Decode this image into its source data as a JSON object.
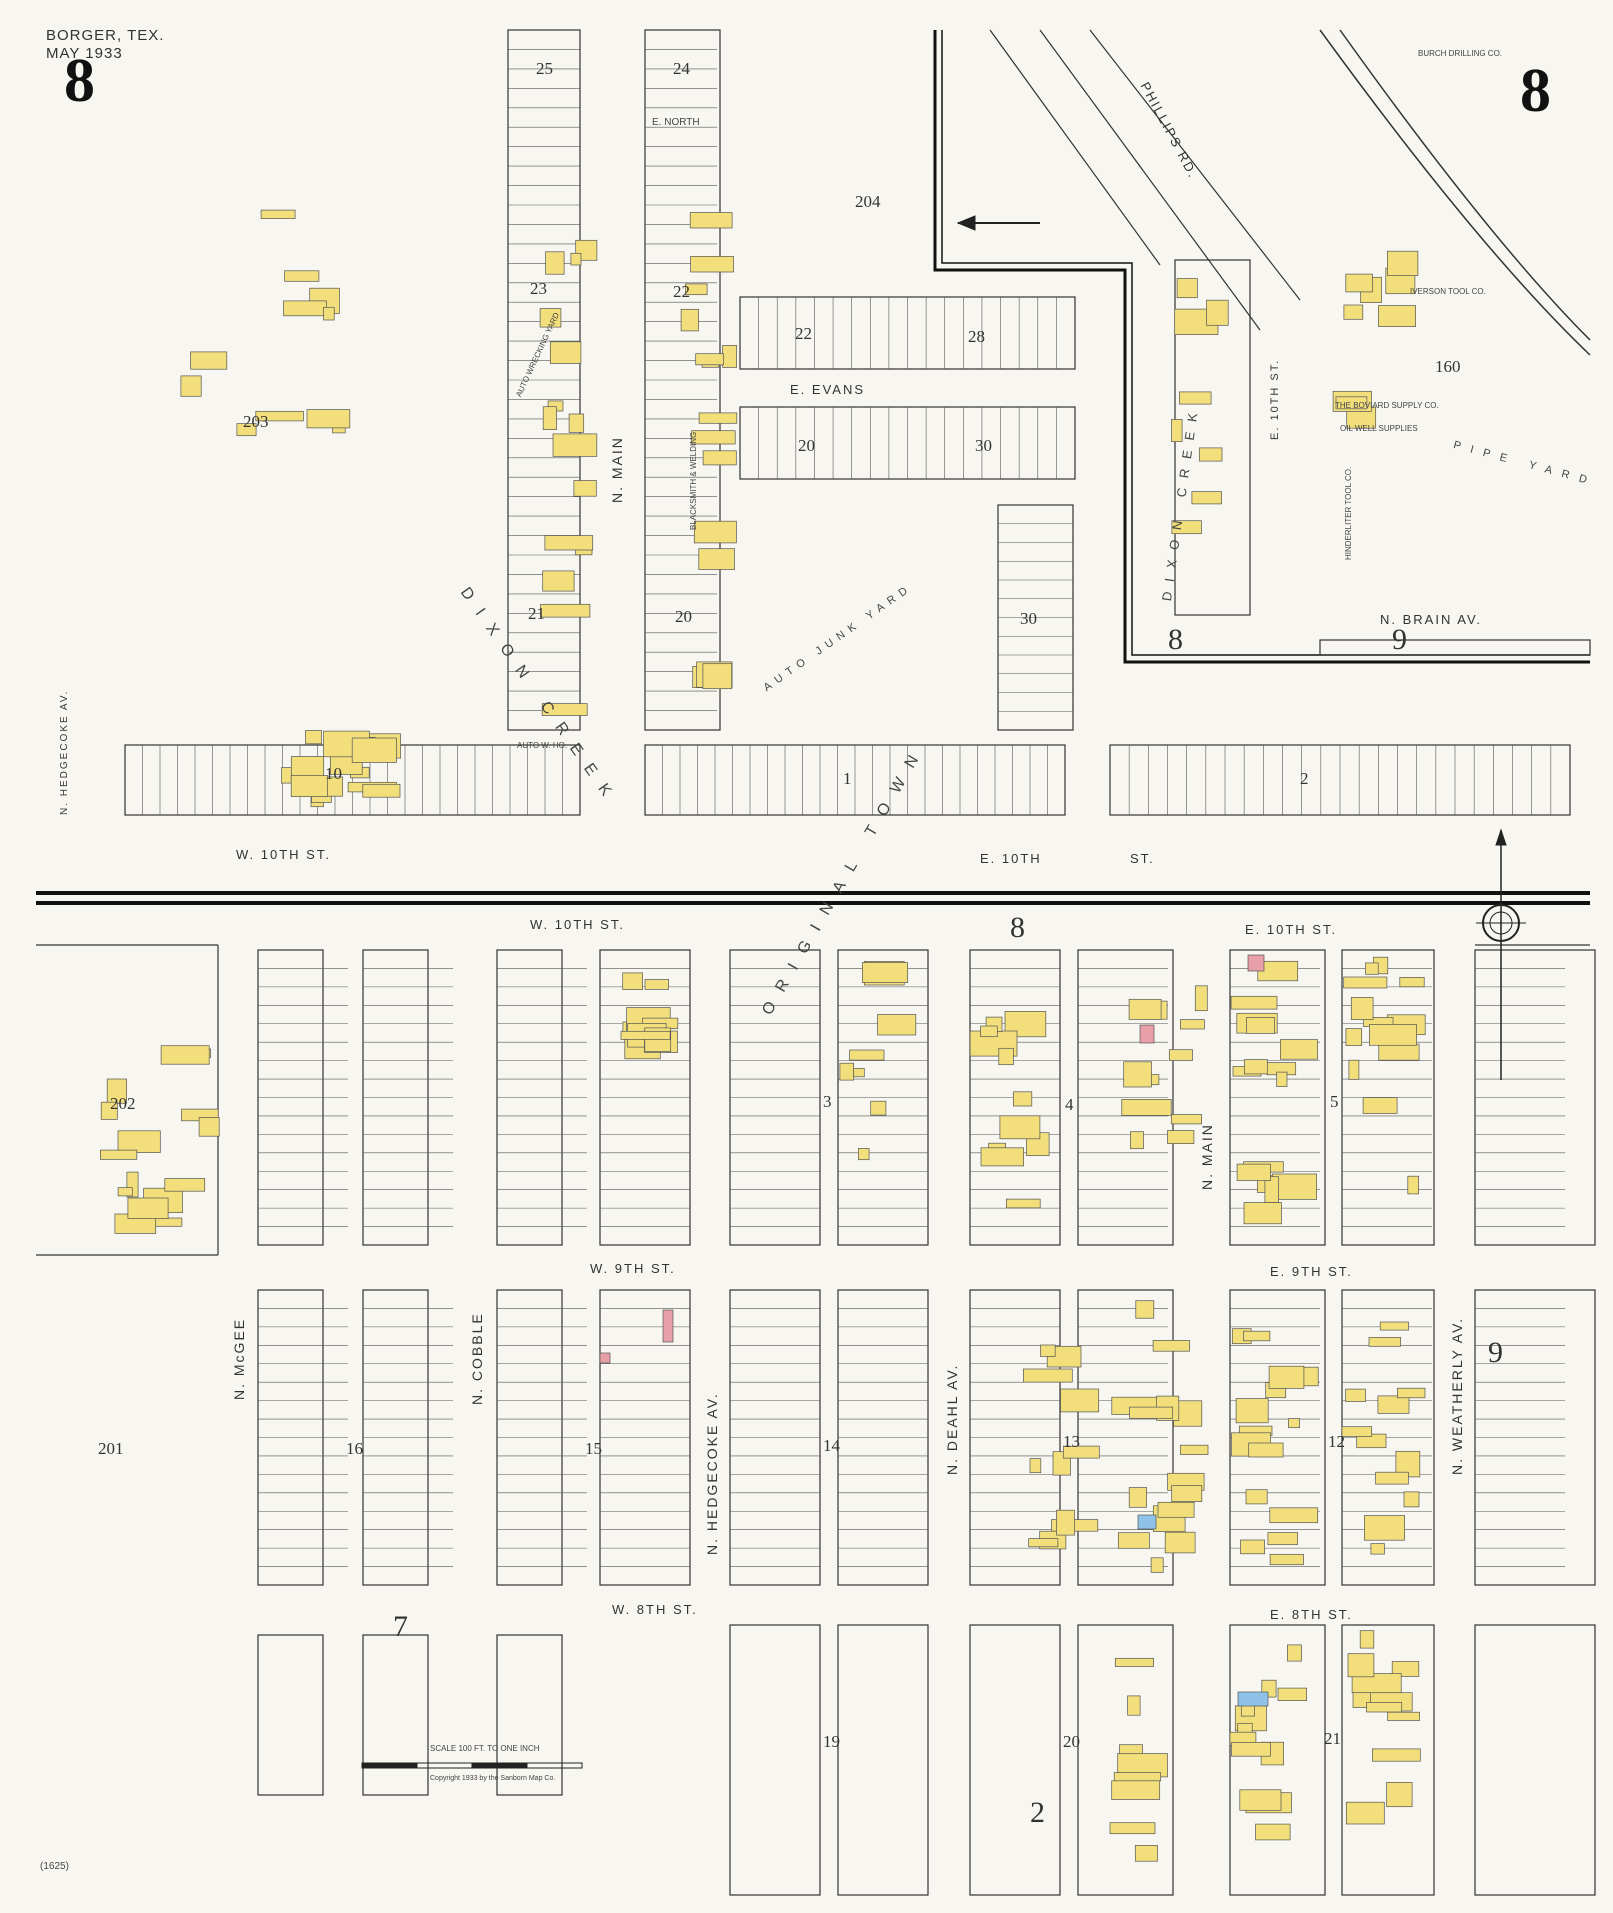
{
  "header": {
    "city": "BORGER, TEX.",
    "date": "MAY 1933",
    "sheet_left": "8",
    "sheet_right": "8"
  },
  "streets": {
    "w10": "W. 10TH ST.",
    "w10b": "W. 10TH ST.",
    "e10": "E. 10TH",
    "e10b": "ST.",
    "e10unpaved": "E. 10TH ST.",
    "w9": "W. 9TH ST.",
    "e9": "E. 9TH ST.",
    "w8": "W. 8TH ST.",
    "e8": "E. 8TH ST.",
    "e_evans": "E. EVANS",
    "e_north": "E. NORTH",
    "n_main_top": "N. MAIN",
    "n_main_bot": "N. MAIN",
    "n_mcgee": "N. McGEE",
    "n_cobble": "N. COBBLE",
    "n_hedgecoke": "N. HEDGECOKE AV.",
    "n_deahl": "N. DEAHL AV.",
    "n_weatherly": "N. WEATHERLY AV.",
    "n_brain": "N. BRAIN AV.",
    "phillips": "PHILLIPS RD.",
    "e10th_v": "E. 10TH ST.",
    "n_hedgecoke_v": "N. HEDGECOKE AV."
  },
  "areas": {
    "dixon_creek": "DIXON CREEK",
    "original_town": "ORIGINAL TOWN",
    "auto_junk": "AUTO JUNK YARD",
    "pipe_yard": "PIPE YARD",
    "dixon_vert": "DIXON CREEK"
  },
  "blocks": {
    "b25": "25",
    "b24": "24",
    "b23": "23",
    "b22": "22",
    "b22b": "22",
    "b28": "28",
    "b21": "21",
    "b20": "20",
    "b20b": "20",
    "b30": "30",
    "b30b": "30",
    "b10": "10",
    "b1": "1",
    "b2": "2",
    "b3": "3",
    "b4": "4",
    "b5": "5",
    "b160": "160",
    "b204": "204",
    "b203": "203",
    "b202": "202",
    "b201": "201",
    "b16": "16",
    "b15": "15",
    "b14": "14",
    "b13": "13",
    "b12": "12",
    "b19": "19",
    "b20c": "20",
    "b21b": "21",
    "big7": "7",
    "big2": "2",
    "big9": "9",
    "big8a": "8",
    "big8b": "8",
    "big9b": "9"
  },
  "businesses": {
    "burch": "BURCH DRILLING CO.",
    "iverson": "IVERSON TOOL CO.",
    "boviard": "THE BOVIARD SUPPLY CO.",
    "hinderliter": "HINDERLITER TOOL CO.",
    "auto_wrecking": "AUTO WRECKING YARD",
    "blacksmith": "BLACKSMITH & WELDING",
    "auto_w_ho": "AUTO W. HO.",
    "oil_well_supplies": "OIL WELL SUPPLIES"
  },
  "scale": {
    "label": "SCALE 100 FT. TO ONE INCH",
    "copyright": "Copyright 1933 by the Sanborn Map Co."
  },
  "corner": {
    "ref": "(1625)"
  }
}
